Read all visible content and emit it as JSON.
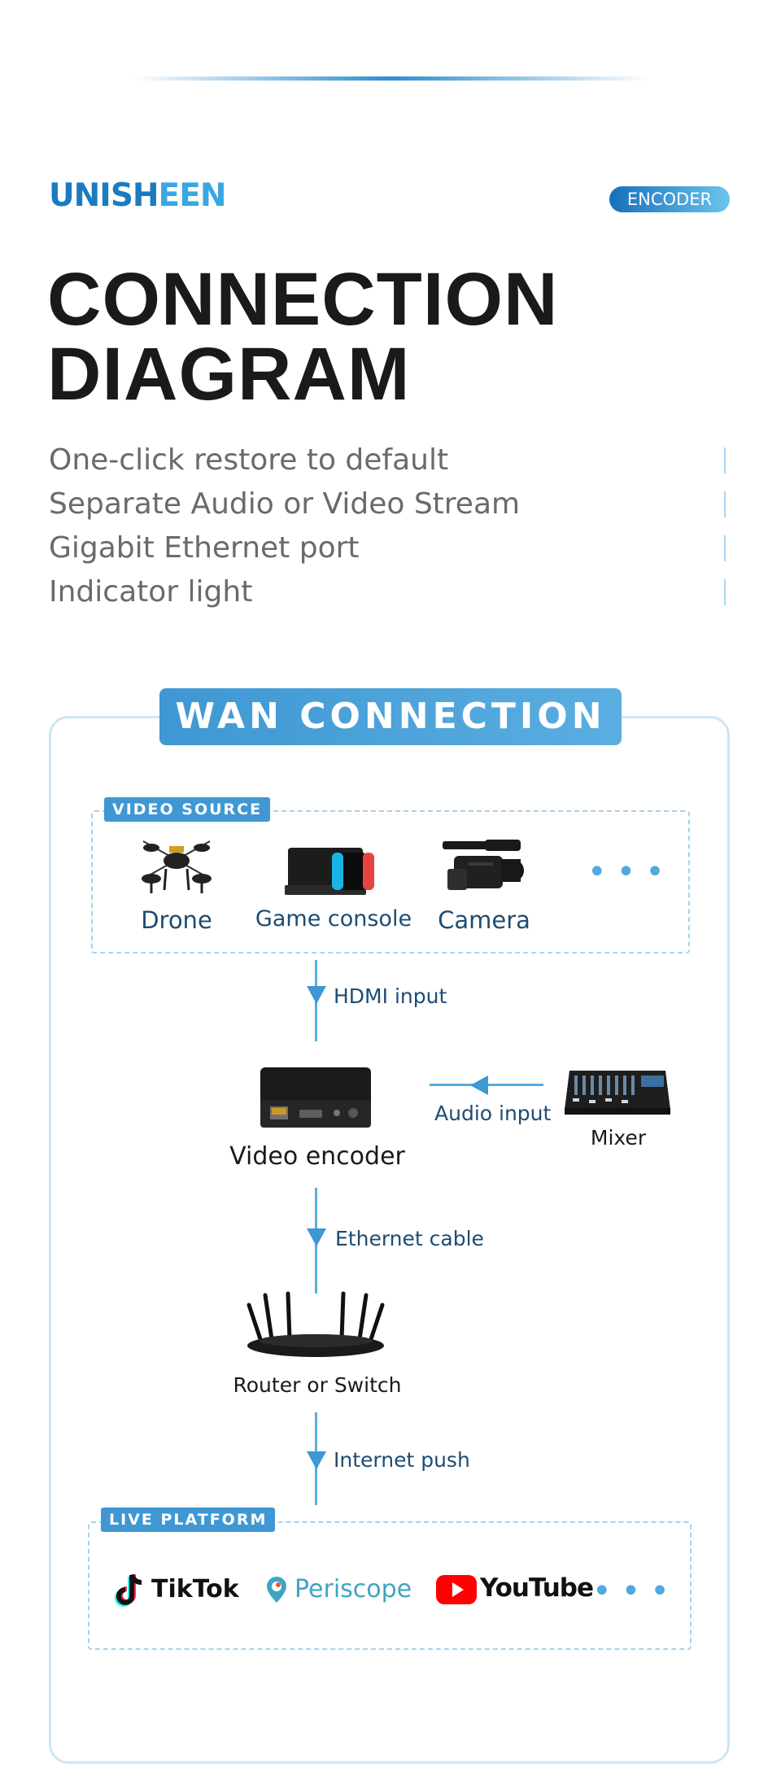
{
  "header": {
    "brand_primary": "UNISH",
    "brand_light": "EEN",
    "tag": "ENCODER",
    "title_line1": "CONNECTION",
    "title_line2": "DIAGRAM"
  },
  "features": [
    "One-click restore to default",
    "Separate Audio or Video Stream",
    "Gigabit Ethernet port",
    "Indicator light"
  ],
  "diagram": {
    "title": "WAN CONNECTION",
    "video_source": {
      "label": "VIDEO SOURCE",
      "items": [
        {
          "label": "Drone",
          "icon": "drone-icon"
        },
        {
          "label": "Game console",
          "icon": "game-console-icon"
        },
        {
          "label": "Camera",
          "icon": "camera-icon"
        }
      ],
      "more": "•••"
    },
    "hdmi_label": "HDMI input",
    "encoder_label": "Video encoder",
    "audio_label": "Audio input",
    "mixer_label": "Mixer",
    "ethernet_label": "Ethernet cable",
    "router_label": "Router or Switch",
    "internet_label": "Internet push",
    "live_platform": {
      "label": "LIVE PLATFORM",
      "platforms": [
        "TikTok",
        "Periscope",
        "YouTube"
      ],
      "more": "•••"
    }
  },
  "colors": {
    "accent": "#3f97d3",
    "brand": "#1b7bc1",
    "label_text": "#1e4c72",
    "dash": "#a9d2ec"
  }
}
